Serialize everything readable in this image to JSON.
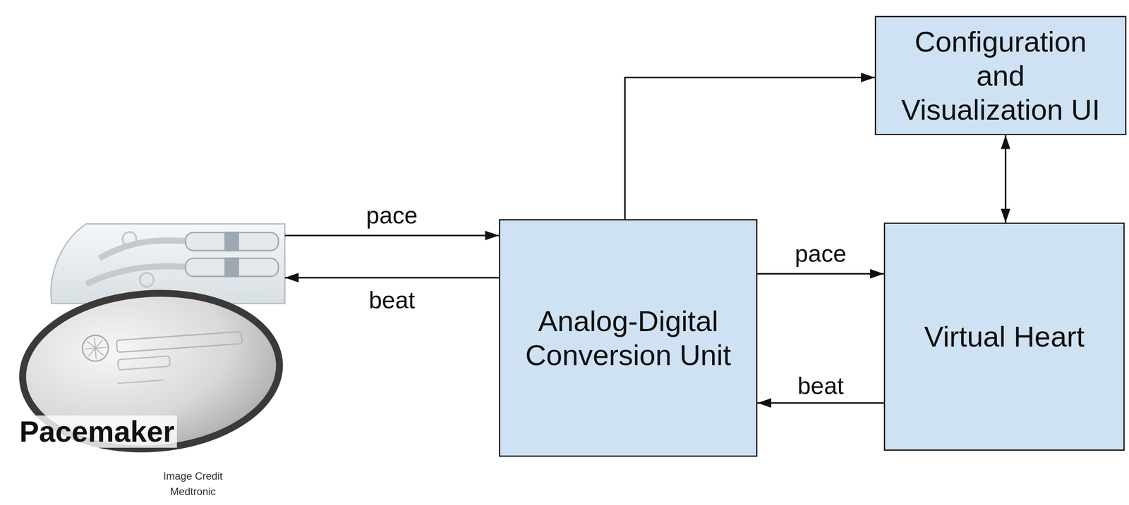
{
  "diagram": {
    "nodes": [
      {
        "text": [
          "Pacemaker"
        ]
      },
      {
        "text": [
          "Analog-Digital Conversion Unit"
        ]
      },
      {
        "text": [
          "Configuration and Visualization UI"
        ]
      },
      {
        "text": [
          "Virtual Heart"
        ]
      }
    ],
    "edges": [
      {
        "from": 0,
        "to": 1,
        "label": "pace",
        "arrow": "to"
      },
      {
        "from": 1,
        "to": 0,
        "label": "beat",
        "arrow": "to"
      },
      {
        "from": 1,
        "to": 2,
        "arrow": "to"
      },
      {
        "from": 1,
        "to": 3,
        "label": "pace",
        "arrow": "to"
      },
      {
        "from": 3,
        "to": 1,
        "label": "beat",
        "arrow": "to"
      },
      {
        "from": 2,
        "to": 3,
        "arrow": "both"
      }
    ],
    "labels": [
      "Image Credit Medtronic"
    ]
  }
}
